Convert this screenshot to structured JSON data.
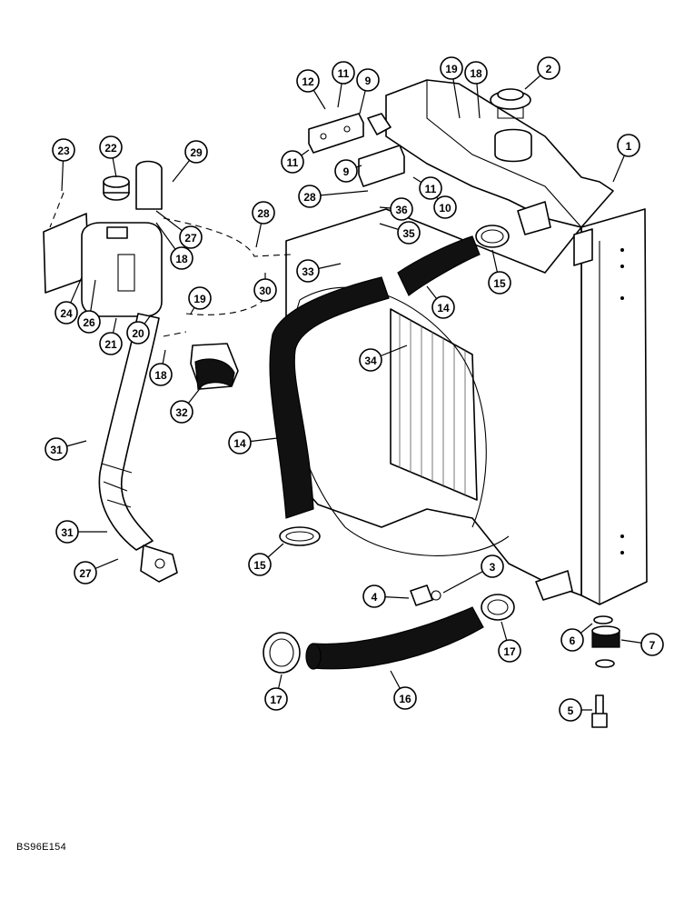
{
  "drawing_code": "BS96E154",
  "callouts": [
    {
      "id": "c1",
      "label": "1"
    },
    {
      "id": "c2",
      "label": "2"
    },
    {
      "id": "c3",
      "label": "3"
    },
    {
      "id": "c4",
      "label": "4"
    },
    {
      "id": "c5",
      "label": "5"
    },
    {
      "id": "c6",
      "label": "6"
    },
    {
      "id": "c7",
      "label": "7"
    },
    {
      "id": "c9a",
      "label": "9"
    },
    {
      "id": "c9b",
      "label": "9"
    },
    {
      "id": "c10",
      "label": "10"
    },
    {
      "id": "c11a",
      "label": "11"
    },
    {
      "id": "c11b",
      "label": "11"
    },
    {
      "id": "c11c",
      "label": "11"
    },
    {
      "id": "c12",
      "label": "12"
    },
    {
      "id": "c14a",
      "label": "14"
    },
    {
      "id": "c14b",
      "label": "14"
    },
    {
      "id": "c15a",
      "label": "15"
    },
    {
      "id": "c15b",
      "label": "15"
    },
    {
      "id": "c16",
      "label": "16"
    },
    {
      "id": "c17a",
      "label": "17"
    },
    {
      "id": "c17b",
      "label": "17"
    },
    {
      "id": "c18a",
      "label": "18"
    },
    {
      "id": "c18b",
      "label": "18"
    },
    {
      "id": "c18c",
      "label": "18"
    },
    {
      "id": "c19a",
      "label": "19"
    },
    {
      "id": "c19b",
      "label": "19"
    },
    {
      "id": "c20",
      "label": "20"
    },
    {
      "id": "c21",
      "label": "21"
    },
    {
      "id": "c22",
      "label": "22"
    },
    {
      "id": "c23",
      "label": "23"
    },
    {
      "id": "c24",
      "label": "24"
    },
    {
      "id": "c26",
      "label": "26"
    },
    {
      "id": "c27a",
      "label": "27"
    },
    {
      "id": "c27b",
      "label": "27"
    },
    {
      "id": "c28a",
      "label": "28"
    },
    {
      "id": "c28b",
      "label": "28"
    },
    {
      "id": "c29",
      "label": "29"
    },
    {
      "id": "c30",
      "label": "30"
    },
    {
      "id": "c31a",
      "label": "31"
    },
    {
      "id": "c31b",
      "label": "31"
    },
    {
      "id": "c32",
      "label": "32"
    },
    {
      "id": "c33",
      "label": "33"
    },
    {
      "id": "c34",
      "label": "34"
    },
    {
      "id": "c35",
      "label": "35"
    },
    {
      "id": "c36",
      "label": "36"
    }
  ]
}
